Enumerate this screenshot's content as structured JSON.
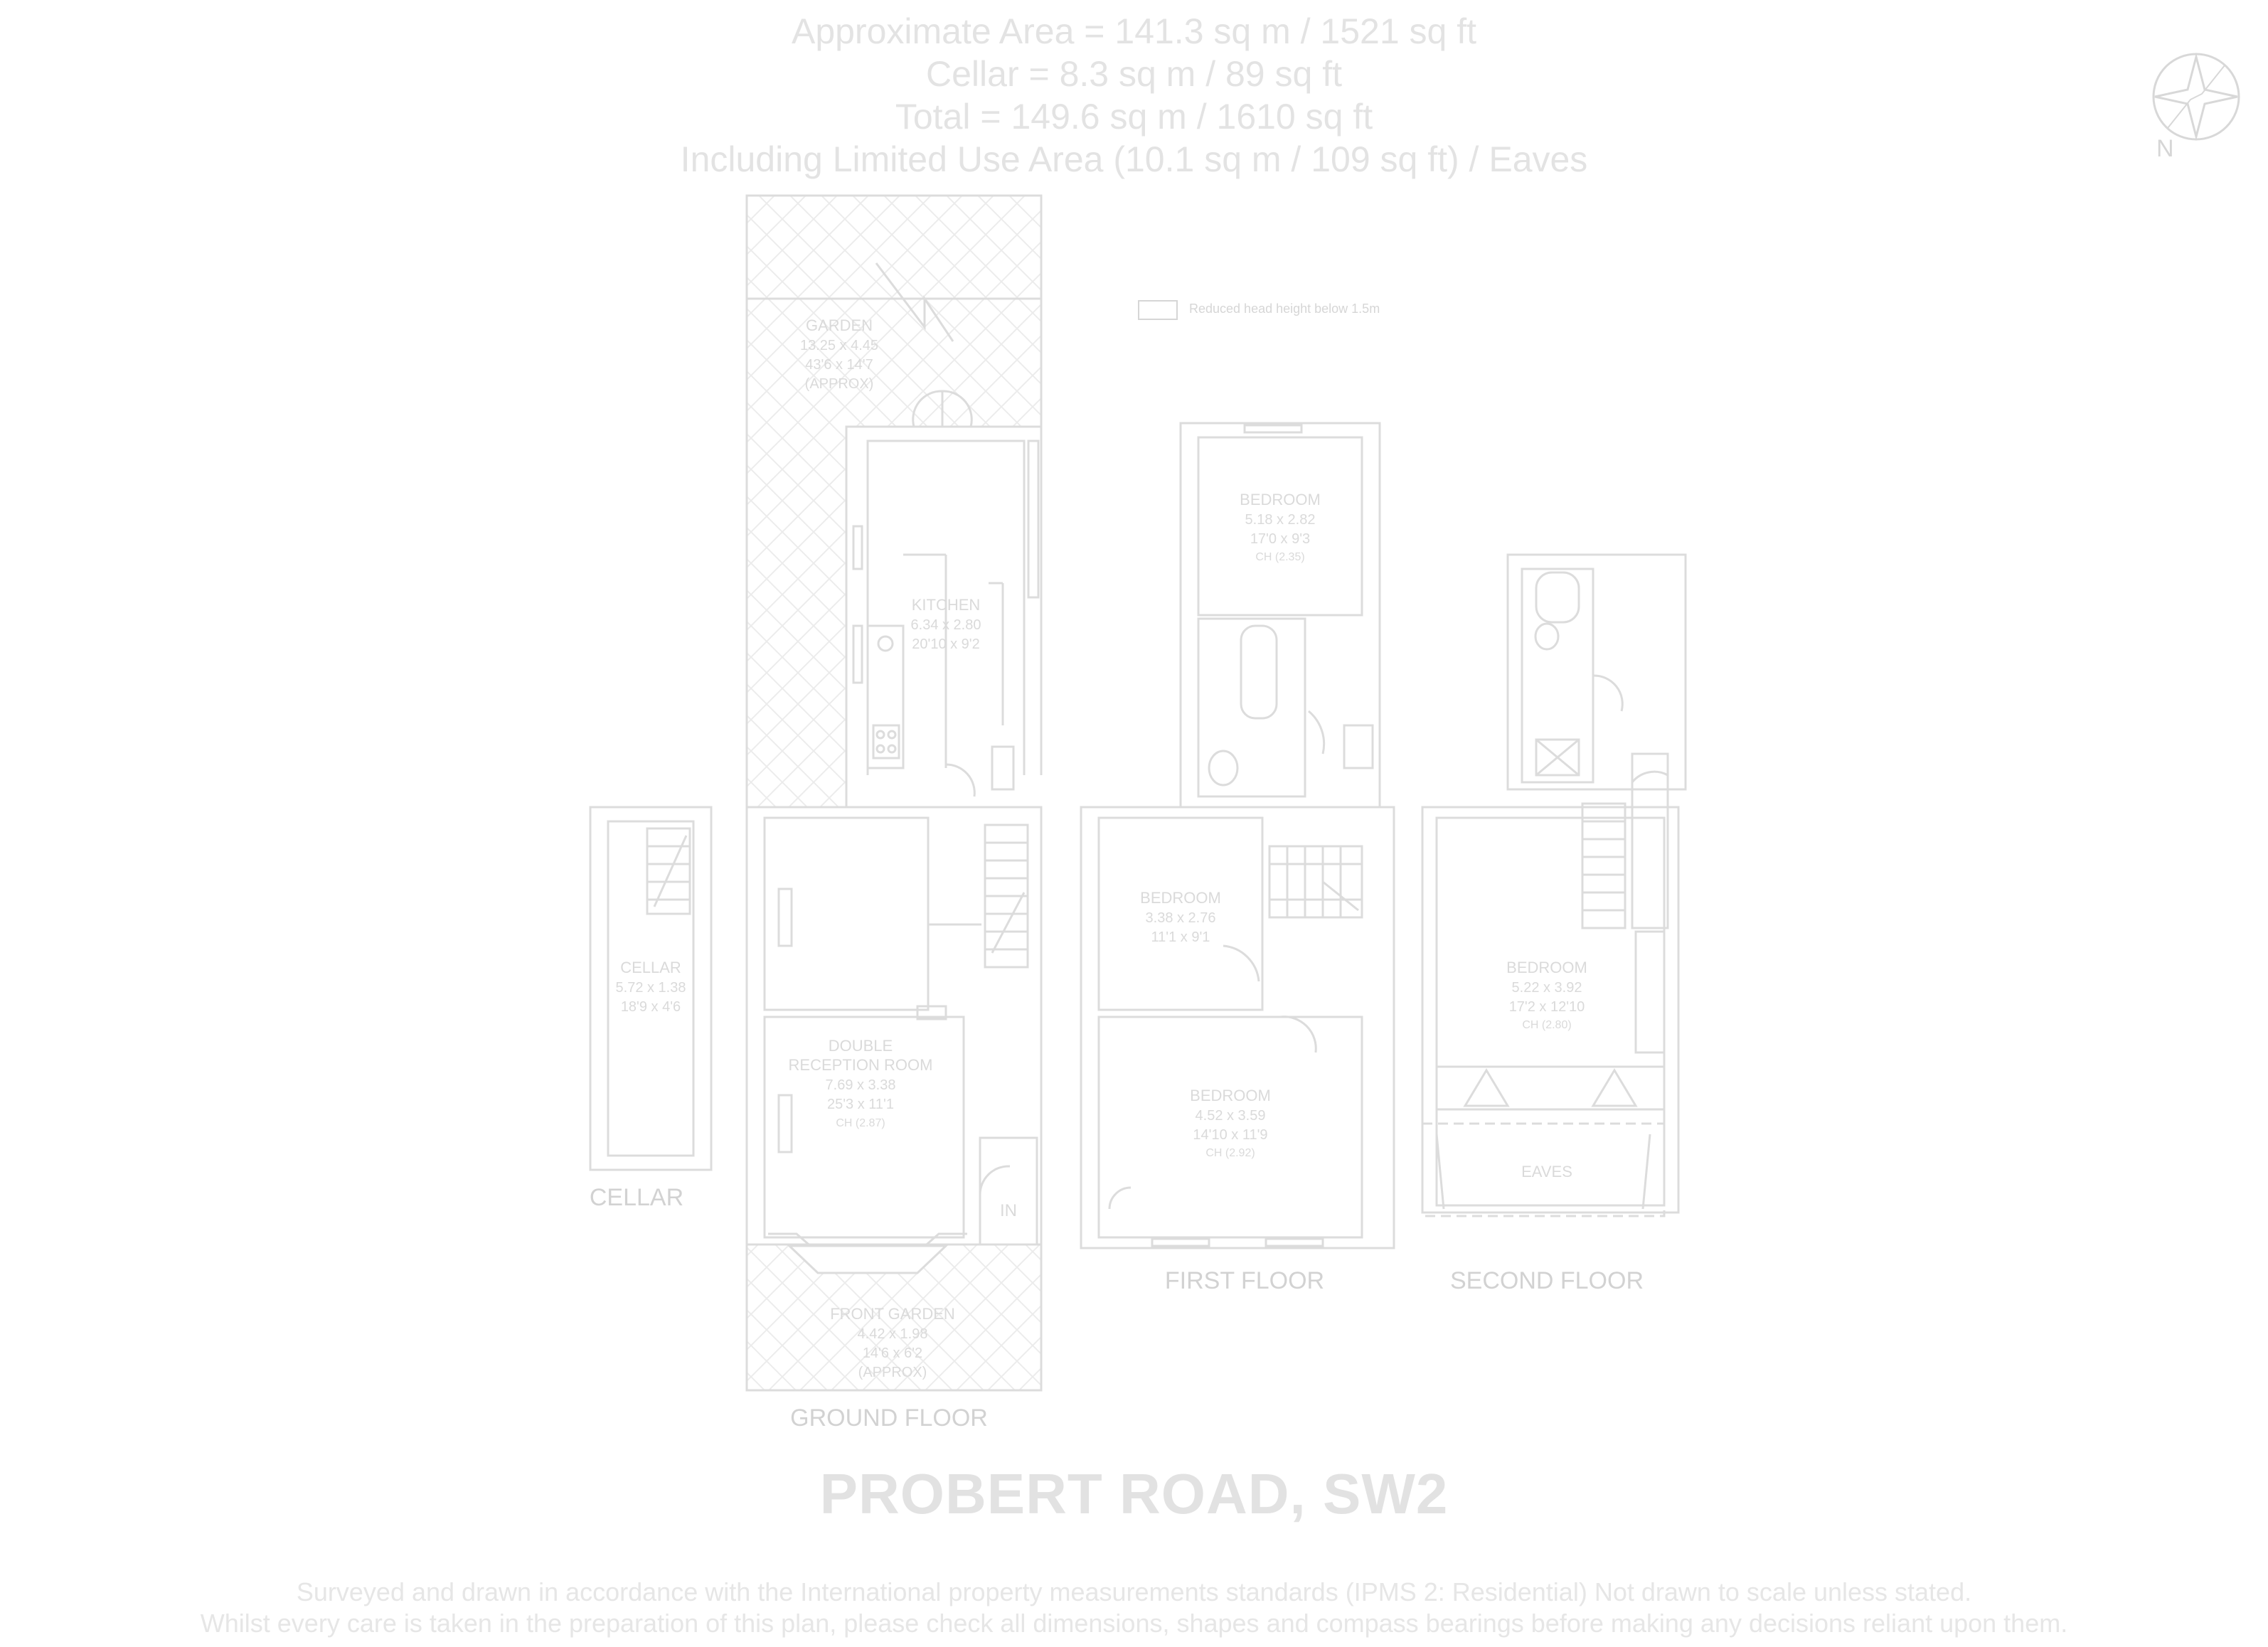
{
  "header": {
    "line1": "Approximate Area = 141.3 sq m / 1521 sq ft",
    "line2": "Cellar = 8.3 sq m / 89 sq ft",
    "line3": "Total = 149.6 sq m / 1610 sq ft",
    "line4": "Including Limited Use Area (10.1 sq m / 109 sq ft) / Eaves"
  },
  "compass": {
    "label": "N"
  },
  "legend": {
    "text": "Reduced head height below 1.5m"
  },
  "floors": {
    "cellar": "CELLAR",
    "ground": "GROUND FLOOR",
    "first": "FIRST FLOOR",
    "second": "SECOND FLOOR"
  },
  "rooms": {
    "garden": [
      "GARDEN",
      "13.25 x 4.45",
      "43'6 x 14'7",
      "(APPROX)"
    ],
    "kitchen": [
      "KITCHEN",
      "6.34 x 2.80",
      "20'10 x 9'2"
    ],
    "reception": [
      "DOUBLE",
      "RECEPTION ROOM",
      "7.69 x 3.38",
      "25'3 x 11'1",
      "CH (2.87)"
    ],
    "front_garden": [
      "FRONT GARDEN",
      "4.42 x 1.98",
      "14'6 x 6'2",
      "(APPROX)"
    ],
    "cellar": [
      "CELLAR",
      "5.72 x 1.38",
      "18'9 x 4'6"
    ],
    "bed_top": [
      "BEDROOM",
      "5.18 x 2.82",
      "17'0 x 9'3",
      "CH (2.35)"
    ],
    "bed_small": [
      "BEDROOM",
      "3.38 x 2.76",
      "11'1 x 9'1"
    ],
    "bed_front": [
      "BEDROOM",
      "4.52 x 3.59",
      "14'10 x 11'9",
      "CH (2.92)"
    ],
    "bed_second": [
      "BEDROOM",
      "5.22 x 3.92",
      "17'2 x 12'10",
      "CH (2.80)"
    ],
    "eaves": [
      "EAVES"
    ],
    "in_label": "IN"
  },
  "title": "PROBERT ROAD, SW2",
  "footer": {
    "line1": "Surveyed and drawn in accordance with the International property measurements standards (IPMS 2: Residential) Not drawn to scale unless stated.",
    "line2": "Whilst every care is taken in the preparation of this plan, please check all dimensions, shapes and compass bearings before making any decisions reliant upon them."
  }
}
